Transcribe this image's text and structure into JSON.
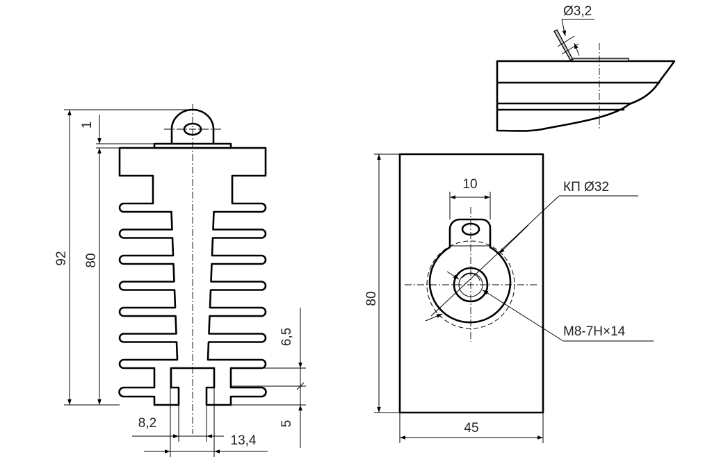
{
  "drawing": {
    "side_view": {
      "dim_total_height": "92",
      "dim_body_height": "80",
      "dim_plate": "1",
      "dim_fin_pitch": "6,5",
      "dim_base": "5",
      "dim_bore_inner": "8,2",
      "dim_bore_outer": "13,4"
    },
    "top_view": {
      "dim_height": "80",
      "dim_width": "45",
      "dim_lug_width": "10",
      "callout_contact": "КП Ø32",
      "callout_thread": "M8-7H×14"
    },
    "detail_view": {
      "dim_hole": "Ø3,2"
    },
    "line_color": "#000000"
  }
}
